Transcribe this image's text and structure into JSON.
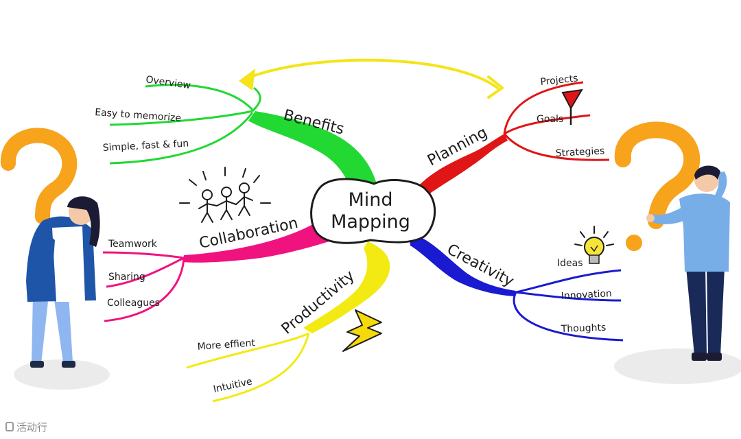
{
  "center": {
    "line1": "Mind",
    "line2": "Mapping"
  },
  "branches": {
    "benefits": {
      "label": "Benefits",
      "color": "#22d833",
      "leaves": [
        "Overview",
        "Easy to memorize",
        "Simple, fast & fun"
      ]
    },
    "planning": {
      "label": "Planning",
      "color": "#e01515",
      "leaves": [
        "Projects",
        "Goals",
        "Strategies"
      ]
    },
    "collaboration": {
      "label": "Collaboration",
      "color": "#f0137f",
      "leaves": [
        "Teamwork",
        "Sharing",
        "Colleagues"
      ]
    },
    "creativity": {
      "label": "Creativity",
      "color": "#1a1ad0",
      "leaves": [
        "Ideas",
        "Innovation",
        "Thoughts"
      ]
    },
    "productivity": {
      "label": "Productivity",
      "color": "#f2ea12",
      "leaves": [
        "More effient",
        "Intuitive"
      ]
    }
  },
  "accent_colors": {
    "loop_arrow": "#f4e419",
    "question_mark": "#f7a31c",
    "lightning": "#f5d90a",
    "woman_jacket": "#1f55a8",
    "man_shirt": "#78aee8"
  },
  "icons": [
    "stick-figures-icon",
    "flag-icon",
    "lightbulb-icon",
    "lightning-icon",
    "question-mark-icon",
    "curved-arrow-icon"
  ],
  "watermark": {
    "text": "活动行"
  }
}
